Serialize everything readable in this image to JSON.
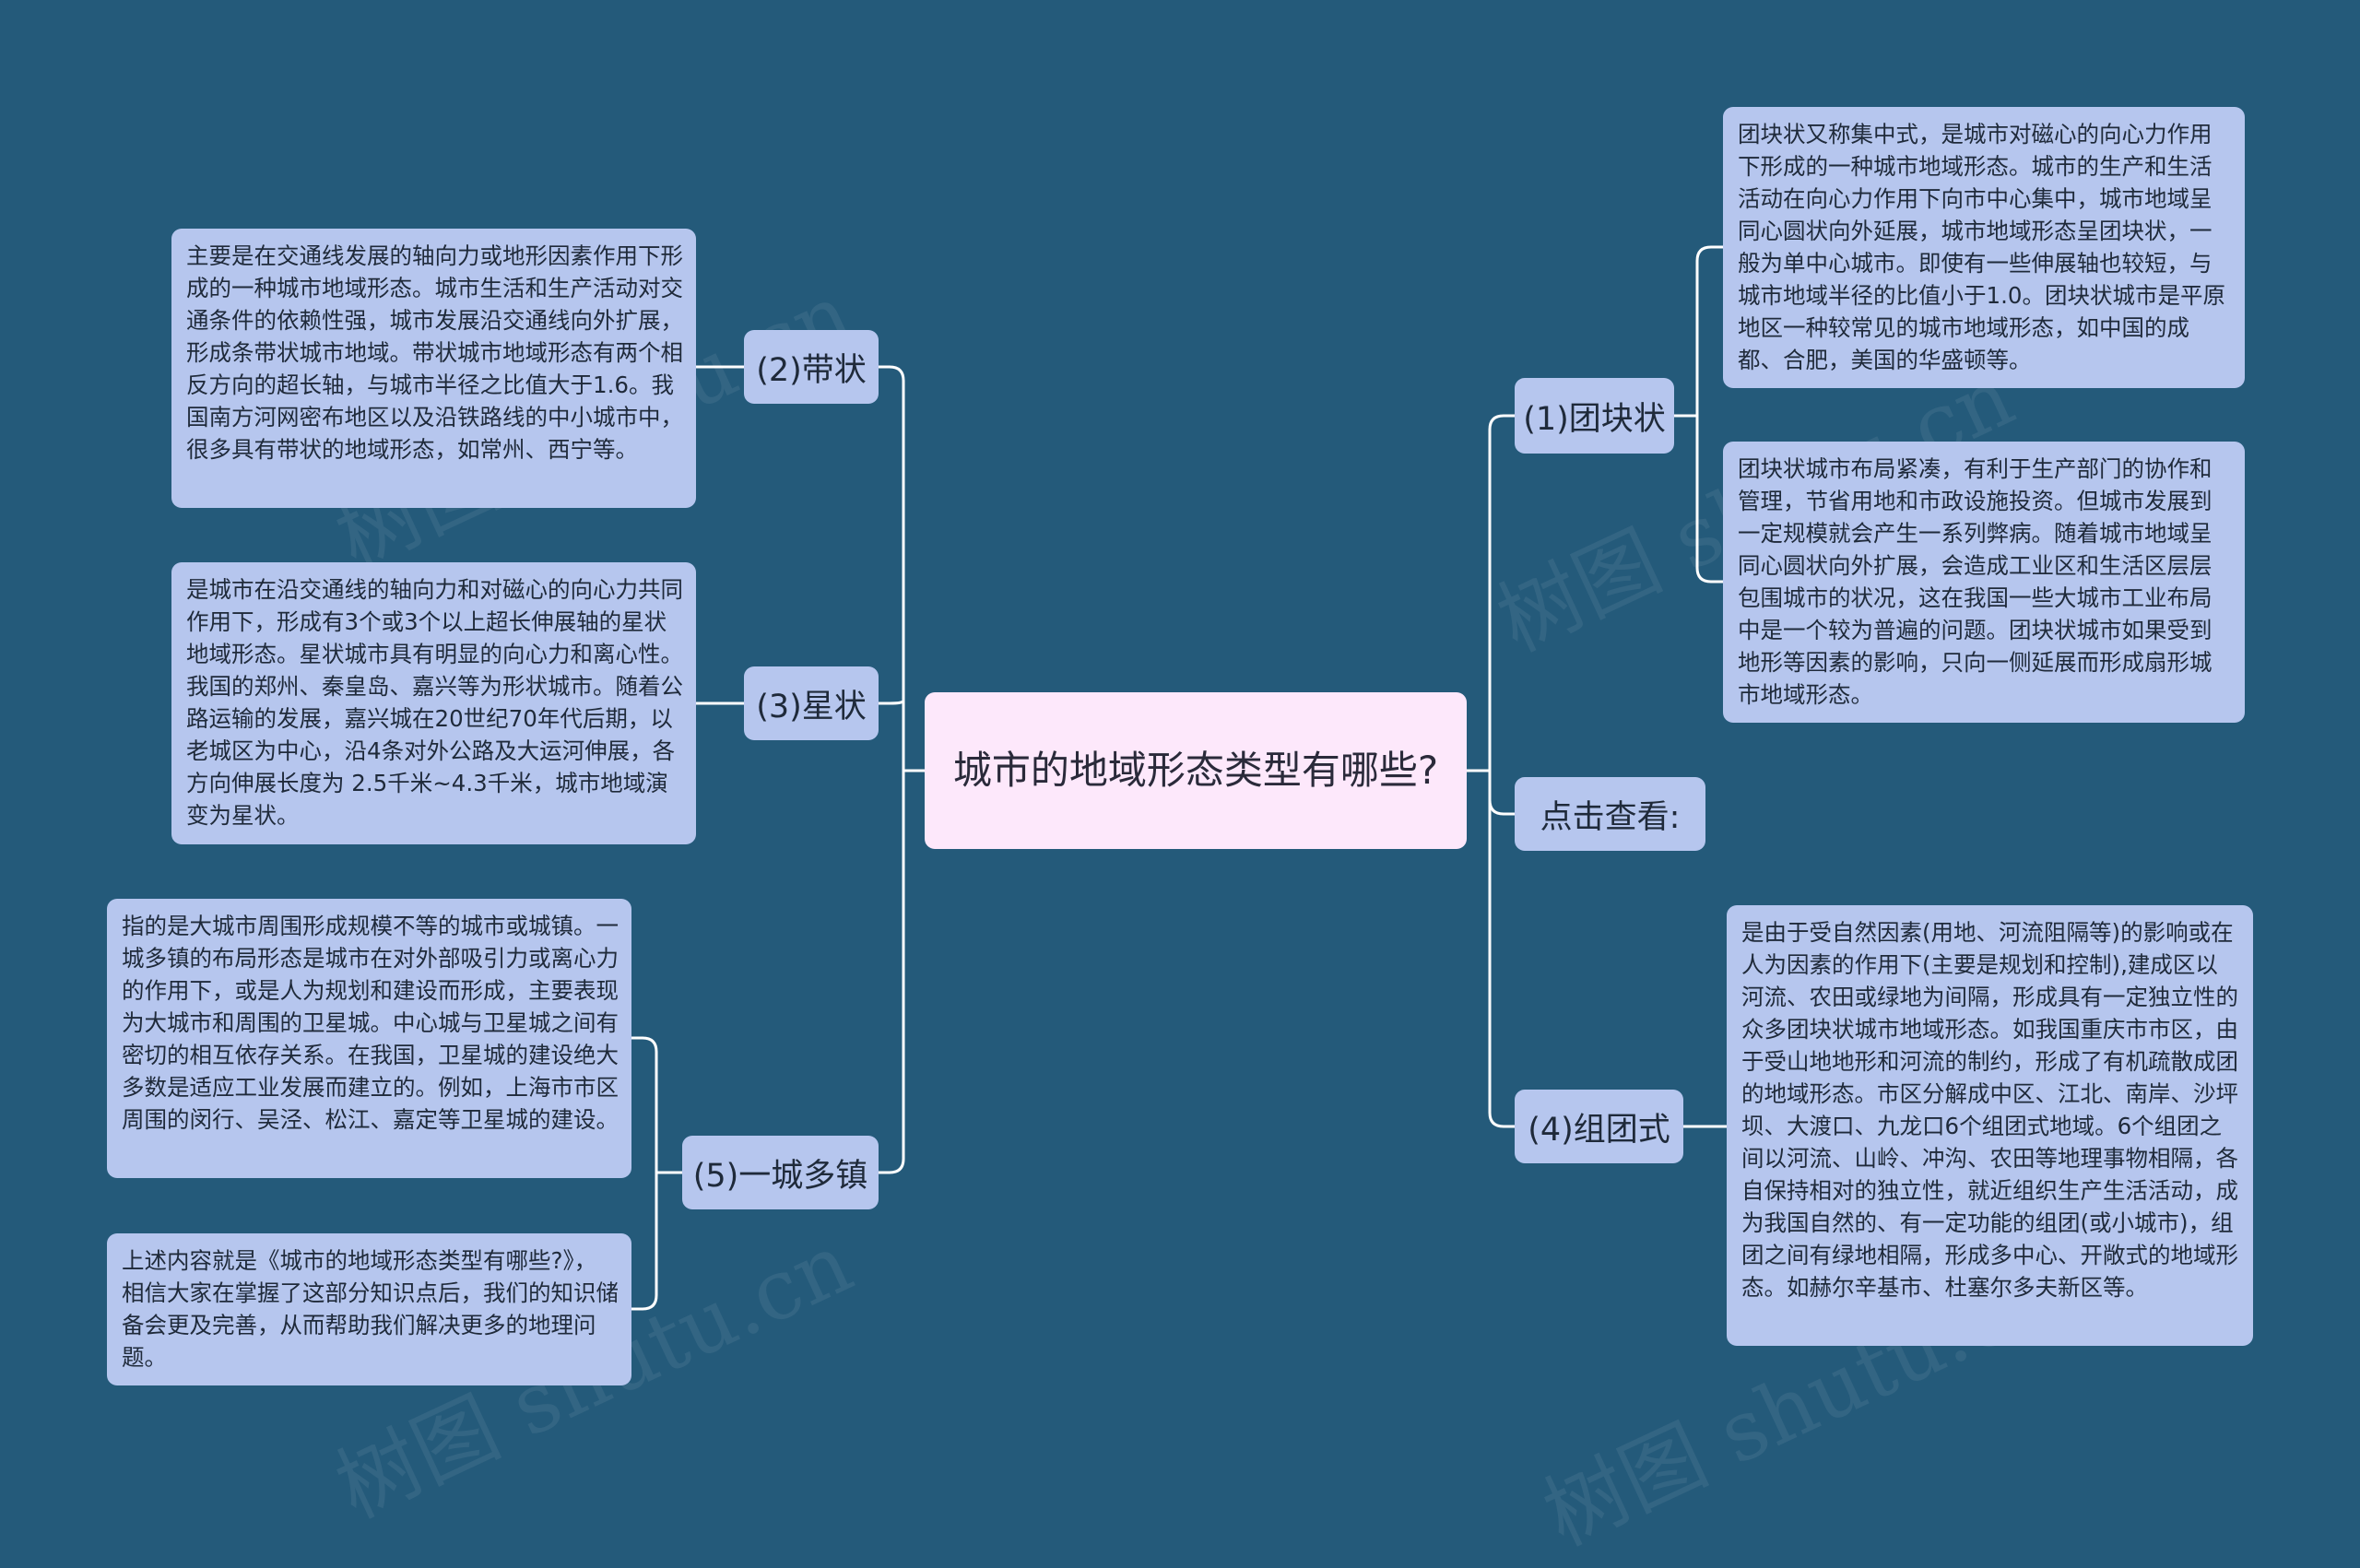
{
  "root": {
    "title": "城市的地域形态类型有哪些?"
  },
  "branches": {
    "b1": {
      "label": "(1)团块状"
    },
    "b2": {
      "label": "(2)带状"
    },
    "b3": {
      "label": "(3)星状"
    },
    "b4": {
      "label": "(4)组团式"
    },
    "b5": {
      "label": "(5)一城多镇"
    },
    "b6": {
      "label": "点击查看:"
    }
  },
  "leaves": {
    "b1_l1": "团块状又称集中式，是城市对磁心的向心力作用下形成的一种城市地域形态。城市的生产和生活活动在向心力作用下向市中心集中，城市地域呈同心圆状向外延展，城市地域形态呈团块状，一般为单中心城市。即使有一些伸展轴也较短，与城市地域半径的比值小于1.0。团块状城市是平原地区一种较常见的城市地域形态，如中国的成都、合肥，美国的华盛顿等。",
    "b1_l2": "团块状城市布局紧凑，有利于生产部门的协作和管理，节省用地和市政设施投资。但城市发展到一定规模就会产生一系列弊病。随着城市地域呈同心圆状向外扩展，会造成工业区和生活区层层包围城市的状况，这在我国一些大城市工业布局中是一个较为普遍的问题。团块状城市如果受到地形等因素的影响，只向一侧延展而形成扇形城市地域形态。",
    "b2_l1": "主要是在交通线发展的轴向力或地形因素作用下形成的一种城市地域形态。城市生活和生产活动对交通条件的依赖性强，城市发展沿交通线向外扩展，形成条带状城市地域。带状城市地域形态有两个相反方向的超长轴，与城市半径之比值大于1.6。我国南方河网密布地区以及沿铁路线的中小城市中，很多具有带状的地域形态，如常州、西宁等。",
    "b3_l1": "是城市在沿交通线的轴向力和对磁心的向心力共同作用下，形成有3个或3个以上超长伸展轴的星状地域形态。星状城市具有明显的向心力和离心性。我国的郑州、秦皇岛、嘉兴等为形状城市。随着公路运输的发展，嘉兴城在20世纪70年代后期，以老城区为中心，沿4条对外公路及大运河伸展，各方向伸展长度为 2.5千米~4.3千米，城市地域演变为星状。",
    "b4_l1": "是由于受自然因素(用地、河流阻隔等)的影响或在人为因素的作用下(主要是规划和控制),建成区以河流、农田或绿地为间隔，形成具有一定独立性的众多团块状城市地域形态。如我国重庆市市区，由于受山地地形和河流的制约，形成了有机疏散成团的地域形态。市区分解成中区、江北、南岸、沙坪坝、大渡口、九龙口6个组团式地域。6个组团之间以河流、山岭、冲沟、农田等地理事物相隔，各自保持相对的独立性，就近组织生产生活活动，成为我国自然的、有一定功能的组团(或小城市)，组团之间有绿地相隔，形成多中心、开敞式的地域形态。如赫尔辛基市、杜塞尔多夫新区等。",
    "b5_l1": "指的是大城市周围形成规模不等的城市或城镇。一城多镇的布局形态是城市在对外部吸引力或离心力的作用下，或是人为规划和建设而形成，主要表现为大城市和周围的卫星城。中心城与卫星城之间有密切的相互依存关系。在我国，卫星城的建设绝大多数是适应工业发展而建立的。例如，上海市市区周围的闵行、吴泾、松江、嘉定等卫星城的建设。",
    "b5_l2": "上述内容就是《城市的地域形态类型有哪些?》，相信大家在掌握了这部分知识点后，我们的知识储备会更及完善，从而帮助我们解决更多的地理问题。"
  },
  "watermark": "树图 shutu.cn",
  "colors": {
    "background": "#245a7a",
    "root_fill": "#fde8fb",
    "node_fill": "#b6c6ee",
    "connector": "#ffffff"
  }
}
